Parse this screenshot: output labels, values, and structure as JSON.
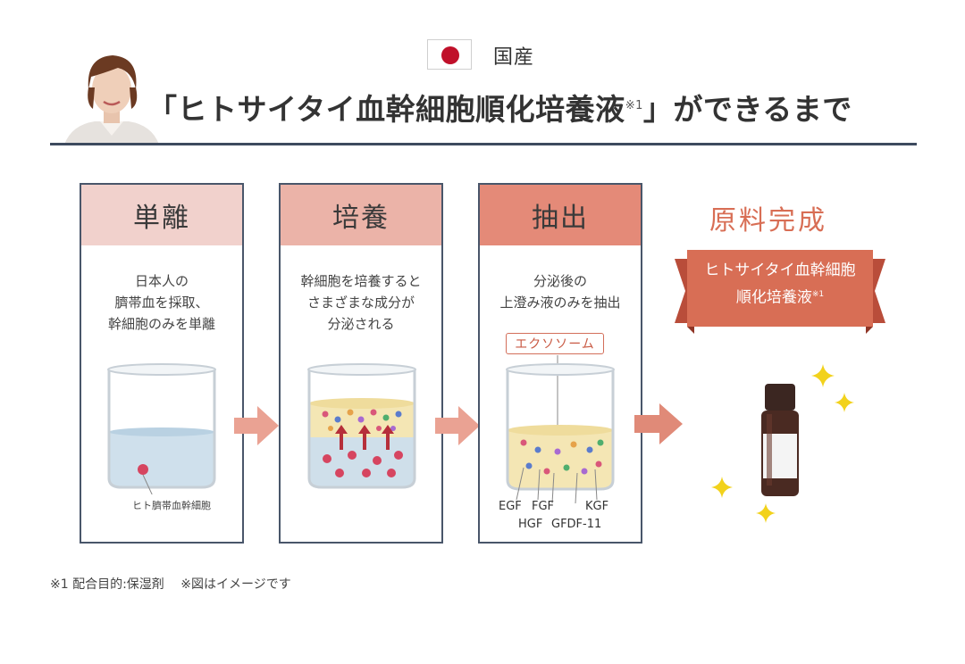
{
  "header": {
    "origin_label": "国産",
    "title_main": "「ヒトサイタイ血幹細胞順化培養液",
    "title_note_mark": "※1",
    "title_tail": "」ができるまで"
  },
  "steps": [
    {
      "title": "単離",
      "desc": [
        "日本人の",
        "臍帯血を採取、",
        "幹細胞のみを単離"
      ],
      "cell_label": "ヒト臍帯血幹細胞"
    },
    {
      "title": "培養",
      "desc": [
        "幹細胞を培養すると",
        "さまざまな成分が",
        "分泌される"
      ]
    },
    {
      "title": "抽出",
      "desc": [
        "分泌後の",
        "上澄み液のみを抽出"
      ],
      "badge": "エクソソーム",
      "factors": [
        "EGF",
        "FGF",
        "KGF",
        "HGF",
        "GFDF-11"
      ]
    }
  ],
  "result": {
    "title": "原料完成",
    "ribbon_line1": "ヒトサイタイ血幹細胞",
    "ribbon_line2": "順化培養液",
    "ribbon_note_mark": "※1"
  },
  "footnote": "※1 配合目的:保湿剤　 ※図はイメージです",
  "colors": {
    "frame": "#49566a",
    "step1_header": "#f1d1cc",
    "step2_header": "#ebb3a8",
    "step3_header": "#e48a78",
    "accent": "#d86e55",
    "arrow": "#eaa293",
    "sparkle": "#f2d21c"
  }
}
